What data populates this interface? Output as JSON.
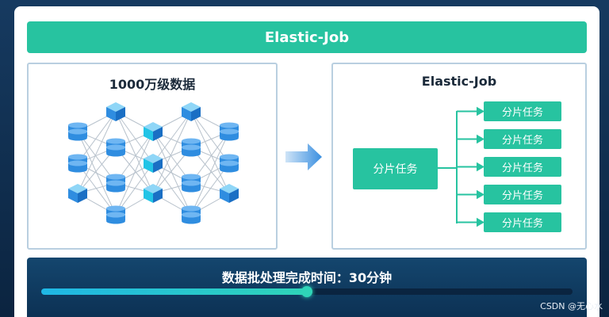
{
  "title": "Elastic-Job",
  "left_panel": {
    "title": "1000万级数据"
  },
  "right_panel": {
    "title": "Elastic-Job",
    "main_task": "分片任务",
    "sub_tasks": [
      "分片任务",
      "分片任务",
      "分片任务",
      "分片任务",
      "分片任务"
    ]
  },
  "bottom": {
    "label": "数据批处理完成时间：30分钟",
    "progress": 0.5
  },
  "watermark": "CSDN @无心水",
  "colors": {
    "accent": "#27c3a0",
    "node_blue": "#2f8de0",
    "node_cyan": "#22c4e6",
    "progress": "#2fd4b8"
  }
}
